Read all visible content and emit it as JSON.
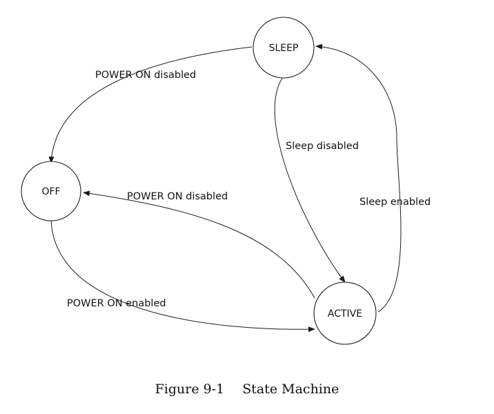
{
  "diagram": {
    "states": {
      "sleep": "SLEEP",
      "off": "OFF",
      "active": "ACTIVE"
    },
    "transitions": {
      "sleep_to_off": "POWER ON disabled",
      "sleep_to_active": "Sleep disabled",
      "active_to_off": "POWER ON disabled",
      "off_to_active": "POWER ON enabled",
      "active_to_sleep": "Sleep enabled"
    }
  },
  "caption": {
    "number": "Figure 9-1",
    "title": "State Machine"
  }
}
